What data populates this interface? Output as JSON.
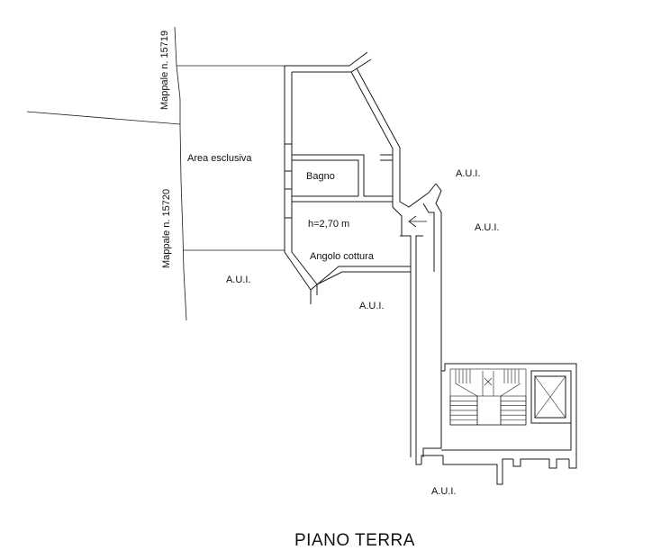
{
  "title": "PIANO TERRA",
  "parcels": {
    "north": "Mappale n. 15719",
    "south": "Mappale n. 15720"
  },
  "rooms": {
    "exclusive_area": "Area esclusiva",
    "bathroom": "Bagno",
    "ceiling_height": "h=2,70 m",
    "kitchen_corner": "Angolo cottura"
  },
  "common_areas": [
    "A.U.I.",
    "A.U.I.",
    "A.U.I.",
    "A.U.I.",
    "A.U.I."
  ]
}
